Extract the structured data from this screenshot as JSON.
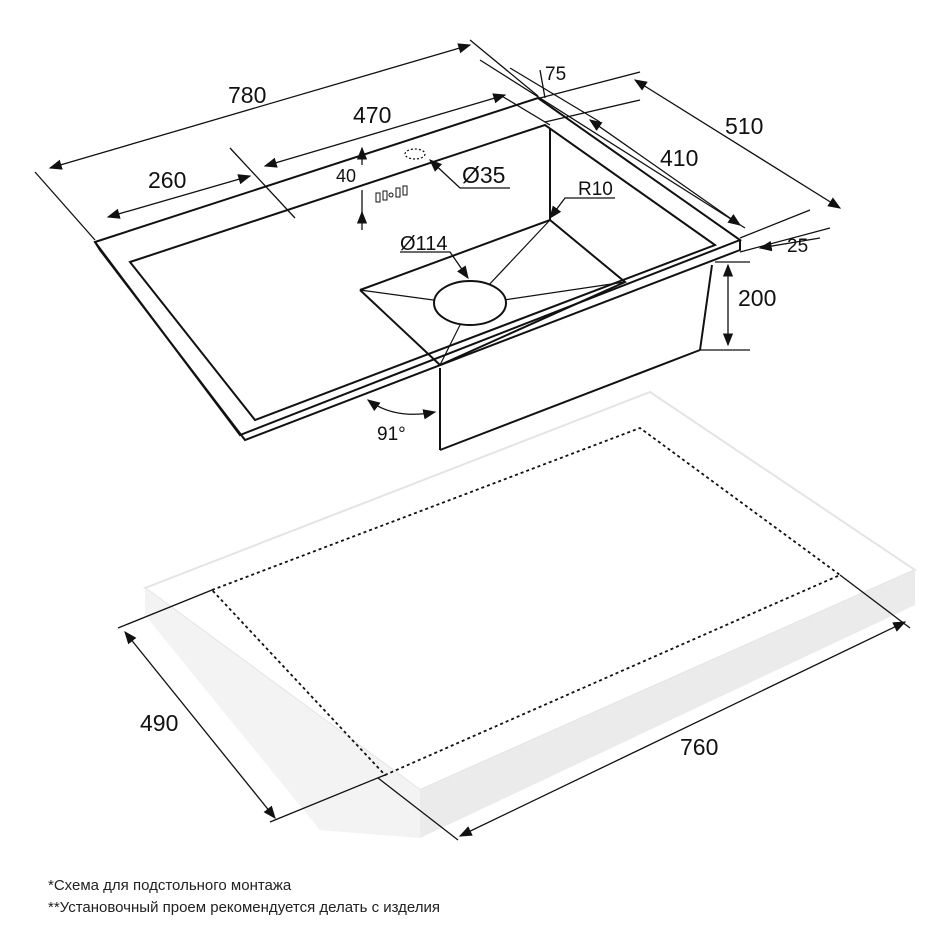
{
  "dimensions": {
    "overall_length": "780",
    "bowl_length": "470",
    "drainboard_length": "260",
    "tap_hole_offset": "40",
    "tap_hole_diameter": "Ø35",
    "rim_back": "75",
    "overall_width": "510",
    "bowl_width": "410",
    "corner_radius": "R10",
    "drain_diameter": "Ø114",
    "rim_side": "25",
    "bowl_depth": "200",
    "wall_angle": "91°",
    "cutout_width": "490",
    "cutout_length": "760"
  },
  "notes": [
    "*Схема для подстольного монтажа",
    "**Установочный проем рекомендуется делать с изделия"
  ]
}
